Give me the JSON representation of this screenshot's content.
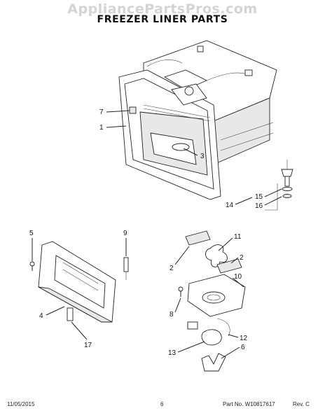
{
  "header": {
    "watermark": "AppliancePartsPros.com",
    "title": "FREEZER LINER PARTS"
  },
  "footer": {
    "date": "11/05/2015",
    "page_number": "6",
    "part_no": "Part No. W10817617",
    "revision": "Rev. C"
  },
  "callouts": {
    "c7": "7",
    "c1": "1",
    "c3": "3",
    "c14": "14",
    "c15": "15",
    "c16": "16",
    "c5": "5",
    "c9": "9",
    "c4": "4",
    "c17": "17",
    "c11": "11",
    "c2a": "2",
    "c2b": "2",
    "c10": "10",
    "c8": "8",
    "c12": "12",
    "c13": "13",
    "c6": "6"
  }
}
